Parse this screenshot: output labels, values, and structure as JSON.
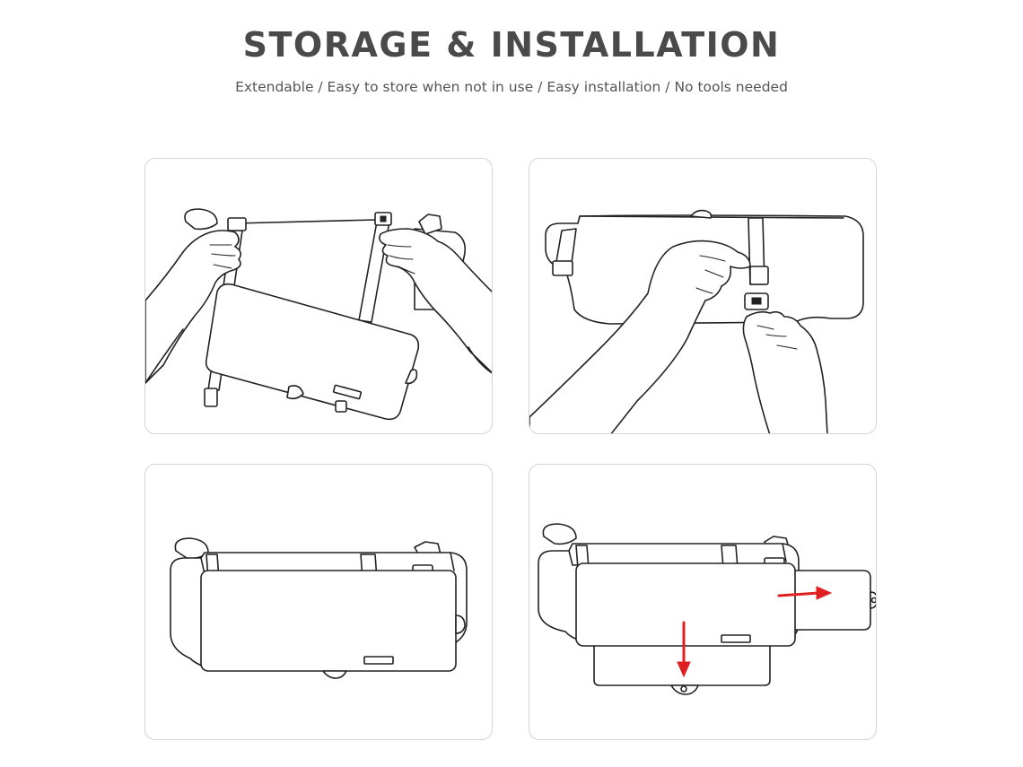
{
  "header": {
    "title": "STORAGE & INSTALLATION",
    "subtitle": "Extendable / Easy to store when not in use / Easy installation / No tools needed"
  },
  "colors": {
    "title": "#4a4a4a",
    "subtitle": "#555555",
    "panel_border": "#d4d4d4",
    "line_art": "#222222",
    "arrow": "#e02020"
  },
  "panels": [
    {
      "id": "step-1",
      "depicts": "hands-pulling-straps-over-visor"
    },
    {
      "id": "step-2",
      "depicts": "hand-buckling-strap-on-visor"
    },
    {
      "id": "step-3",
      "depicts": "extender-mounted-on-visor"
    },
    {
      "id": "step-4",
      "depicts": "extender-sliding-out-right-and-down",
      "arrows": [
        "arrow-right",
        "arrow-down"
      ]
    }
  ]
}
